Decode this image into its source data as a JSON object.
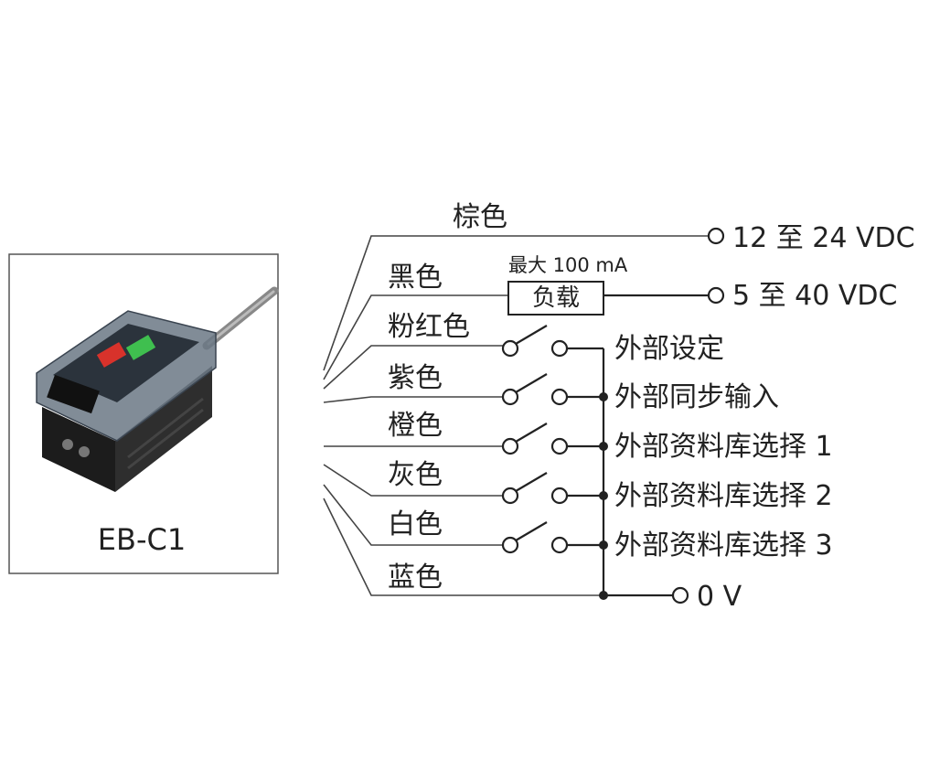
{
  "product": {
    "model": "EB-C1"
  },
  "wires": [
    {
      "color": "棕色",
      "target": "12 至 24 VDC"
    },
    {
      "color": "黑色",
      "target": "5 至 40 VDC",
      "load_label": "负载",
      "load_note": "最大 100 mA"
    },
    {
      "color": "粉红色",
      "target": "外部设定"
    },
    {
      "color": "紫色",
      "target": "外部同步输入"
    },
    {
      "color": "橙色",
      "target": "外部资料库选择 1"
    },
    {
      "color": "灰色",
      "target": "外部资料库选择 2"
    },
    {
      "color": "白色",
      "target": "外部资料库选择 3"
    },
    {
      "color": "蓝色",
      "target": "0 V"
    }
  ]
}
